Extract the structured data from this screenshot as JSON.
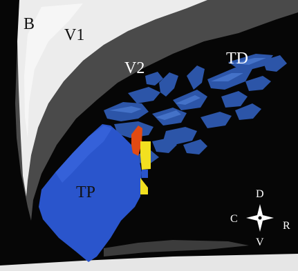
{
  "panel_label": "B",
  "regions": {
    "v1": "V1",
    "v2": "V2",
    "td": "TD",
    "tp": "TP"
  },
  "compass": {
    "top": "D",
    "bottom": "V",
    "left": "C",
    "right": "R"
  },
  "colors": {
    "background": "#060606",
    "v1_surface": "#ececec",
    "v2_surface": "#4a4a4a",
    "td_patches": "#2c55a8",
    "tp_region": "#2a55cc",
    "activation_orange": "#e24a12",
    "activation_yellow": "#f2e020",
    "text_dark": "#111111",
    "text_light": "#ffffff"
  }
}
